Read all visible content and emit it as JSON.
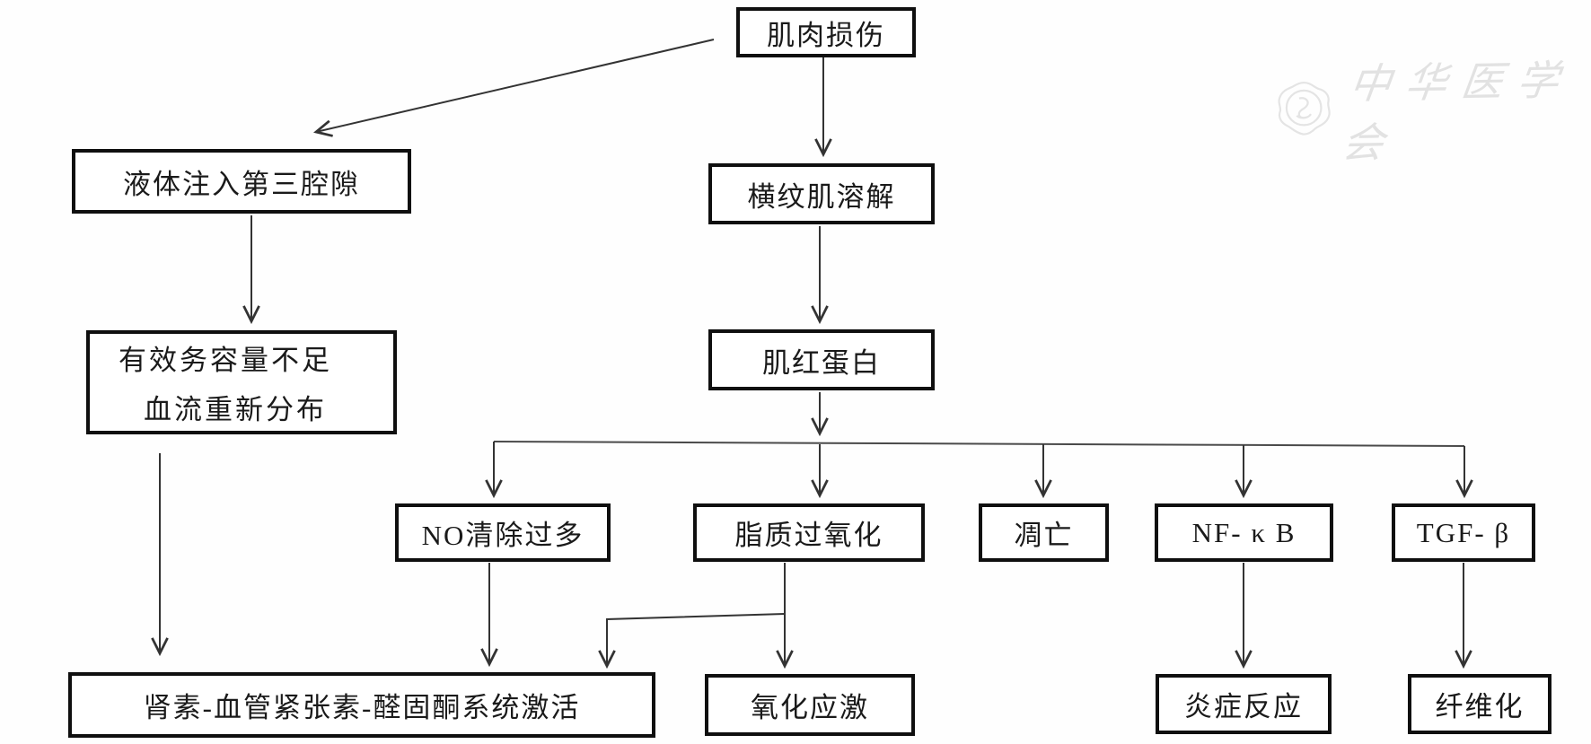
{
  "diagram": {
    "nodes": {
      "muscle_injury": {
        "label": "肌肉损伤"
      },
      "fluid_third_space": {
        "label": "液体注入第三腔隙"
      },
      "effective_volume": {
        "line1": "有效务容量不足",
        "line2": "血流重新分布"
      },
      "rhabdomyolysis": {
        "label": "横纹肌溶解"
      },
      "myoglobin": {
        "label": "肌红蛋白"
      },
      "no_scavenging": {
        "label": "NO清除过多"
      },
      "lipid_peroxidation": {
        "label": "脂质过氧化"
      },
      "apoptosis": {
        "label": "凋亡"
      },
      "nf_kb": {
        "label": "NF- κ B"
      },
      "tgf_beta": {
        "label": "TGF- β"
      },
      "raas": {
        "label": "肾素-血管紧张素-醛固酮系统激活"
      },
      "oxidative_stress": {
        "label": "氧化应激"
      },
      "inflammation": {
        "label": "炎症反应"
      },
      "fibrosis": {
        "label": "纤维化"
      }
    },
    "edges": [
      {
        "from": "muscle_injury",
        "to": "fluid_third_space"
      },
      {
        "from": "muscle_injury",
        "to": "rhabdomyolysis"
      },
      {
        "from": "fluid_third_space",
        "to": "effective_volume"
      },
      {
        "from": "effective_volume",
        "to": "raas"
      },
      {
        "from": "rhabdomyolysis",
        "to": "myoglobin"
      },
      {
        "from": "myoglobin",
        "to": "no_scavenging"
      },
      {
        "from": "myoglobin",
        "to": "lipid_peroxidation"
      },
      {
        "from": "myoglobin",
        "to": "apoptosis"
      },
      {
        "from": "myoglobin",
        "to": "nf_kb"
      },
      {
        "from": "myoglobin",
        "to": "tgf_beta"
      },
      {
        "from": "no_scavenging",
        "to": "raas"
      },
      {
        "from": "lipid_peroxidation",
        "to": "raas"
      },
      {
        "from": "lipid_peroxidation",
        "to": "oxidative_stress"
      },
      {
        "from": "nf_kb",
        "to": "inflammation"
      },
      {
        "from": "tgf_beta",
        "to": "fibrosis"
      }
    ],
    "watermark": {
      "text": "中华医学会"
    },
    "colors": {
      "background": "#fefefe",
      "box_border": "#0f0f0f",
      "line": "#333333",
      "watermark": "#e2e2e2"
    }
  }
}
